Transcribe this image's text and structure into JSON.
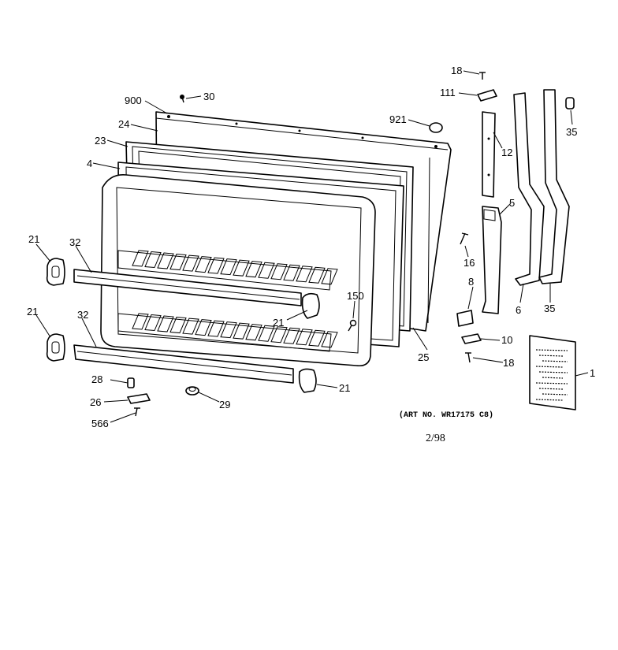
{
  "callouts": {
    "c900": "900",
    "c30": "30",
    "c24": "24",
    "c23": "23",
    "c4": "4",
    "c921": "921",
    "c18a": "18",
    "c111": "111",
    "c35a": "35",
    "c12": "12",
    "c5": "5",
    "c16": "16",
    "c21a": "21",
    "c32a": "32",
    "c21b": "21",
    "c32b": "32",
    "c150": "150",
    "c21c": "21",
    "c8": "8",
    "c6": "6",
    "c35b": "35",
    "c10": "10",
    "c25": "25",
    "c18b": "18",
    "c1": "1",
    "c28": "28",
    "c21d": "21",
    "c26": "26",
    "c29": "29",
    "c566": "566"
  },
  "art_number": "(ART NO. WR17175 C8)",
  "revision_date": "2/98"
}
